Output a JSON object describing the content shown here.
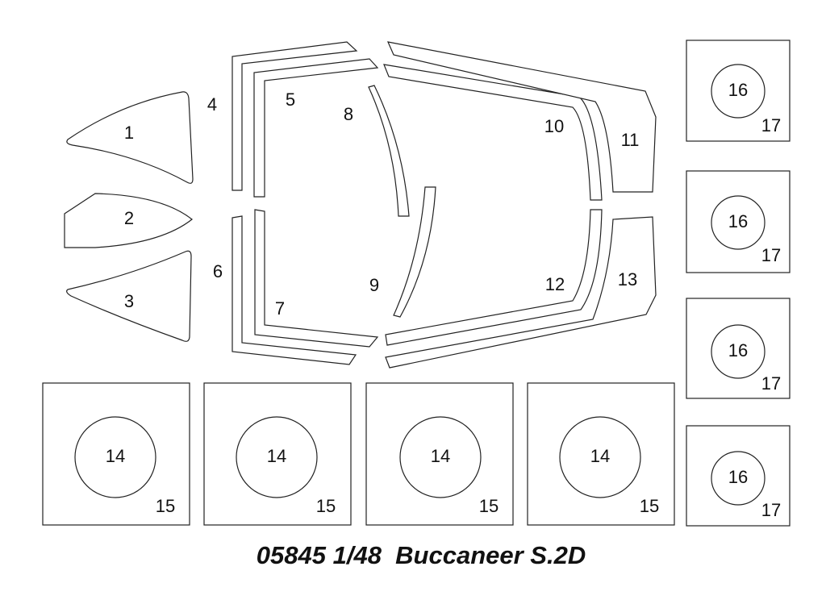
{
  "title": "05845 1/48  Buccaneer S.2D",
  "parts": {
    "p1": "1",
    "p2": "2",
    "p3": "3",
    "p4": "4",
    "p5": "5",
    "p6": "6",
    "p7": "7",
    "p8": "8",
    "p9": "9",
    "p10": "10",
    "p11": "11",
    "p12": "12",
    "p13": "13",
    "p14": "14",
    "p15": "15",
    "p16": "16",
    "p17": "17"
  }
}
